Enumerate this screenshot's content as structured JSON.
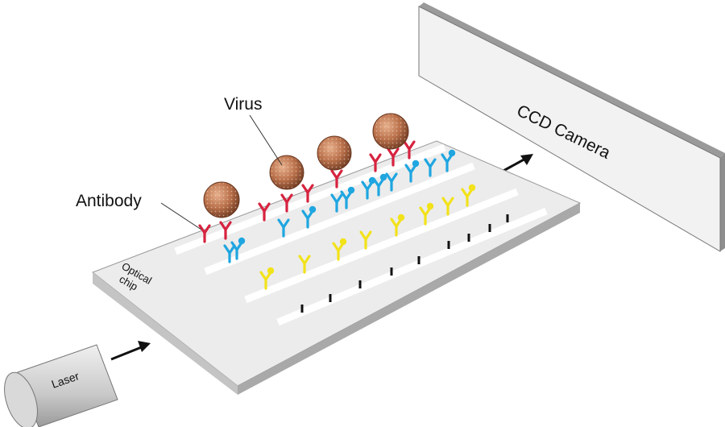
{
  "labels": {
    "virus": "Virus",
    "antibody": "Antibody",
    "ccd_camera": "CCD Camera",
    "optical_chip": [
      "Optical",
      "chip"
    ],
    "laser": "Laser"
  },
  "colors": {
    "antibody_red": "#d6233f",
    "antibody_blue": "#1fa6e0",
    "antibody_yellow": "#f2e21a",
    "virus": "#b9704a",
    "chip_top": "#ececec",
    "chip_side": "#b8b8b8",
    "camera_face": "#f2f2f2",
    "camera_edge": "#8e8e8e",
    "waveguide": "#ffffff",
    "marker": "#111111"
  }
}
